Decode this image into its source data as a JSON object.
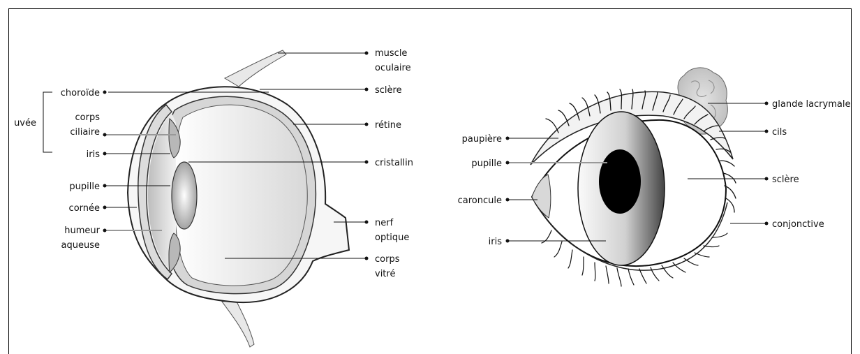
{
  "side_view": {
    "labels": {
      "muscle": [
        "muscle",
        "oculaire"
      ],
      "sclere": "sclère",
      "retine": "rétine",
      "cristallin": "cristallin",
      "nerf": [
        "nerf",
        "optique"
      ],
      "corps_vitre": [
        "corps",
        "vitré"
      ],
      "choroide": "choroïde",
      "corps_ciliaire": [
        "corps",
        "ciliaire"
      ],
      "iris": "iris",
      "uvee": "uvée",
      "pupille": "pupille",
      "cornee": "cornée",
      "humeur": [
        "humeur",
        "aqueuse"
      ]
    }
  },
  "front_view": {
    "labels": {
      "glande": "glande lacrymale",
      "cils": "cils",
      "sclere": "sclère",
      "conjonctive": "conjonctive",
      "paupiere": "paupière",
      "pupille": "pupille",
      "caroncule": "caroncule",
      "iris": "iris"
    }
  }
}
